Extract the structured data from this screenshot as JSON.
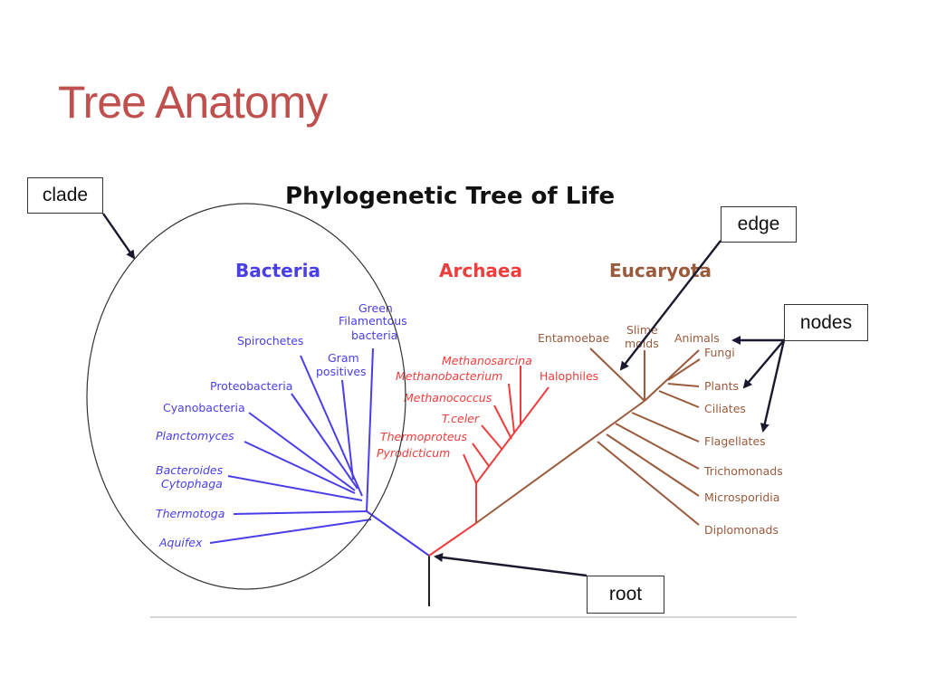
{
  "slide": {
    "title": "Tree Anatomy"
  },
  "figure": {
    "title": "Phylogenetic Tree of Life",
    "domains": {
      "bacteria": "Bacteria",
      "archaea": "Archaea",
      "eucaryota": "Eucaryota"
    },
    "bacteria": {
      "green_1": "Green",
      "green_2": "Filamentous",
      "green_3": "bacteria",
      "spirochetes": "Spirochetes",
      "gram_1": "Gram",
      "gram_2": "positives",
      "proteobacteria": "Proteobacteria",
      "cyanobacteria": "Cyanobacteria",
      "planctomyces": "Planctomyces",
      "bacteroides_1": "Bacteroides",
      "bacteroides_2": "Cytophaga",
      "thermotoga": "Thermotoga",
      "aquifex": "Aquifex"
    },
    "archaea": {
      "methanosarcina": "Methanosarcina",
      "methanobacterium": "Methanobacterium",
      "halophiles": "Halophiles",
      "methanococcus": "Methanococcus",
      "tceler": "T.celer",
      "thermoproteus": "Thermoproteus",
      "pyrodicticum": "Pyrodicticum"
    },
    "eucaryota": {
      "entamoebae": "Entamoebae",
      "slime_1": "Slime",
      "slime_2": "molds",
      "animals": "Animals",
      "fungi": "Fungi",
      "plants": "Plants",
      "ciliates": "Ciliates",
      "flagellates": "Flagellates",
      "trichomonads": "Trichomonads",
      "microsporidia": "Microsporidia",
      "diplomonads": "Diplomonads"
    }
  },
  "callouts": {
    "clade": "clade",
    "edge": "edge",
    "nodes": "nodes",
    "root": "root"
  },
  "colors": {
    "title": "#c0504d",
    "bacteria": "#4a3ee8",
    "archaea": "#ee3d3d",
    "eucaryota": "#9a5a3c"
  },
  "icons": {
    "pointer": "arrow-icon"
  }
}
